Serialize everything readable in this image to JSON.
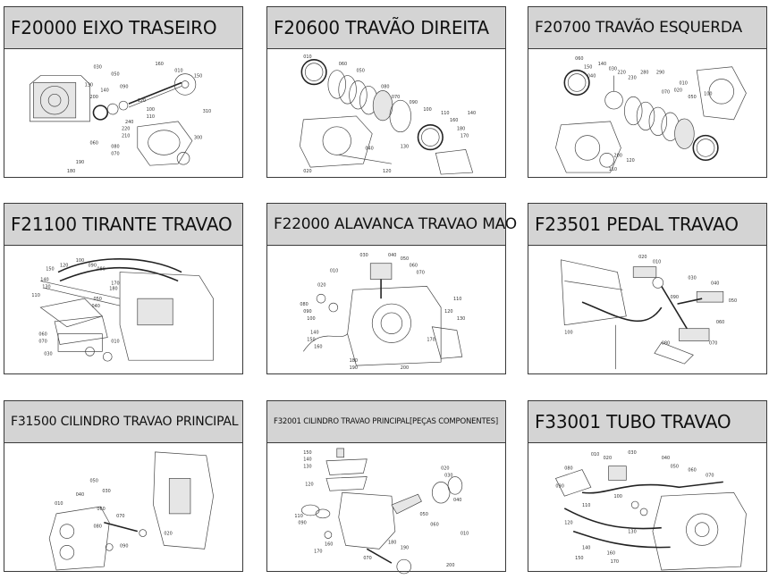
{
  "cards": [
    {
      "title": "F20000 EIXO TRASEIRO",
      "size": "big",
      "labels": [
        "030",
        "050",
        "160",
        "010",
        "150",
        "130",
        "140",
        "200",
        "090",
        "120",
        "100",
        "110",
        "240",
        "220",
        "210",
        "310",
        "300",
        "080",
        "070",
        "060",
        "040",
        "190",
        "180"
      ]
    },
    {
      "title": "F20600 TRAVÃO DIREITA",
      "size": "big",
      "labels": [
        "010",
        "060",
        "050",
        "080",
        "070",
        "090",
        "100",
        "110",
        "160",
        "180",
        "170",
        "140",
        "130",
        "020",
        "040",
        "120"
      ]
    },
    {
      "title": "F20700 TRAVÃO ESQUERDA",
      "size": "mid",
      "labels": [
        "060",
        "150",
        "140",
        "040",
        "030",
        "220",
        "230",
        "280",
        "290",
        "070",
        "010",
        "020",
        "050",
        "100",
        "200",
        "120",
        "110"
      ]
    },
    {
      "title": "F21100 TIRANTE TRAVAO",
      "size": "big",
      "labels": [
        "150",
        "120",
        "100",
        "090",
        "080",
        "140",
        "130",
        "110",
        "170",
        "180",
        "050",
        "040",
        "060",
        "070",
        "030",
        "010"
      ]
    },
    {
      "title": "F22000 ALAVANCA TRAVAO MAO",
      "size": "mid",
      "labels": [
        "030",
        "040",
        "050",
        "060",
        "070",
        "010",
        "020",
        "080",
        "090",
        "100",
        "110",
        "120",
        "130",
        "140",
        "150",
        "160",
        "170",
        "180",
        "190",
        "200"
      ]
    },
    {
      "title": "F23501 PEDAL TRAVAO",
      "size": "big",
      "labels": [
        "020",
        "010",
        "030",
        "040",
        "050",
        "060",
        "070",
        "080",
        "090",
        "100"
      ]
    },
    {
      "title": "F31500 CILINDRO TRAVAO PRINCIPAL",
      "size": "sm",
      "labels": [
        "050",
        "030",
        "040",
        "010",
        "060",
        "070",
        "080",
        "020",
        "090"
      ]
    },
    {
      "title": "F32001 CILINDRO TRAVAO PRINCIPAL[PEÇAS COMPONENTES]",
      "size": "xs",
      "labels": [
        "150",
        "140",
        "130",
        "120",
        "020",
        "030",
        "040",
        "050",
        "060",
        "110",
        "090",
        "160",
        "170",
        "180",
        "190",
        "200",
        "010",
        "070"
      ]
    },
    {
      "title": "F33001 TUBO TRAVAO",
      "size": "big",
      "labels": [
        "010",
        "020",
        "030",
        "040",
        "050",
        "060",
        "070",
        "080",
        "090",
        "100",
        "110",
        "120",
        "130",
        "140",
        "150",
        "160",
        "170"
      ]
    }
  ]
}
